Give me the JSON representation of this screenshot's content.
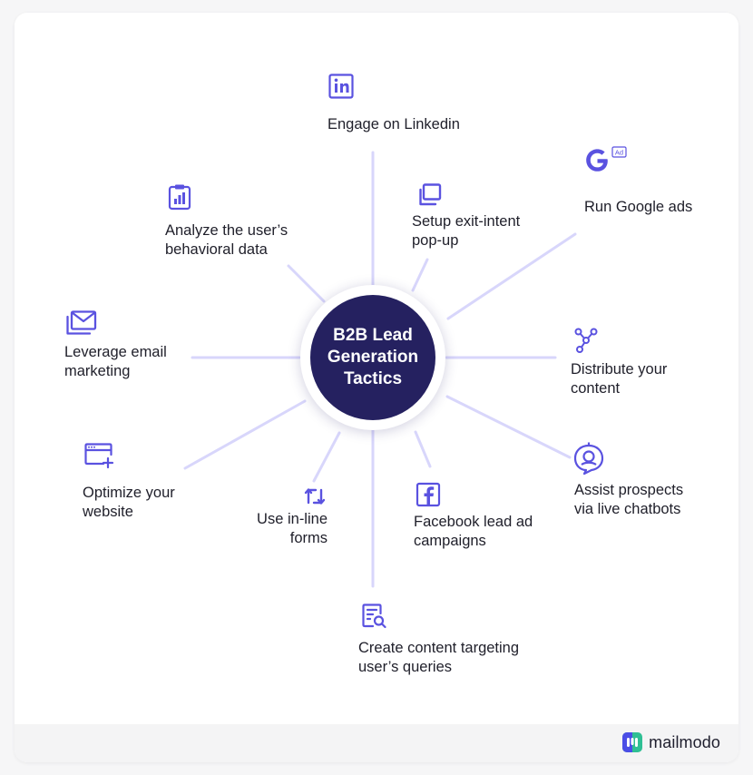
{
  "center": {
    "title": "B2B Lead\nGeneration\nTactics"
  },
  "tactics": {
    "linkedin": {
      "label": "Engage on Linkedin"
    },
    "google_ads": {
      "label": "Run Google ads",
      "badge": "Ad"
    },
    "exit_intent": {
      "label": "Setup exit-intent\npop-up"
    },
    "analyze": {
      "label": "Analyze the user’s\nbehavioral data"
    },
    "email": {
      "label": "Leverage email\nmarketing"
    },
    "distribute": {
      "label": "Distribute your\ncontent"
    },
    "chatbots": {
      "label": "Assist prospects\nvia live chatbots"
    },
    "website": {
      "label": "Optimize your\nwebsite"
    },
    "forms": {
      "label": "Use in-line\nforms"
    },
    "facebook": {
      "label": "Facebook lead ad\ncampaigns"
    },
    "content": {
      "label": "Create content targeting\nuser’s queries"
    }
  },
  "icons": {
    "linkedin": "linkedin-icon",
    "google_ads": "google-ads-icon",
    "exit_intent": "window-popup-icon",
    "analyze": "clipboard-chart-icon",
    "email": "envelope-icon",
    "distribute": "share-nodes-icon",
    "chatbots": "chatbot-icon",
    "website": "browser-add-icon",
    "forms": "swap-arrows-icon",
    "facebook": "facebook-icon",
    "content": "document-search-icon"
  },
  "brand": {
    "name": "mailmodo"
  },
  "colors": {
    "accent": "#5a52e0",
    "hub": "#252160",
    "spoke": "#d8d6fb",
    "brand_green": "#2fbf94",
    "brand_blue": "#4b4de6"
  }
}
